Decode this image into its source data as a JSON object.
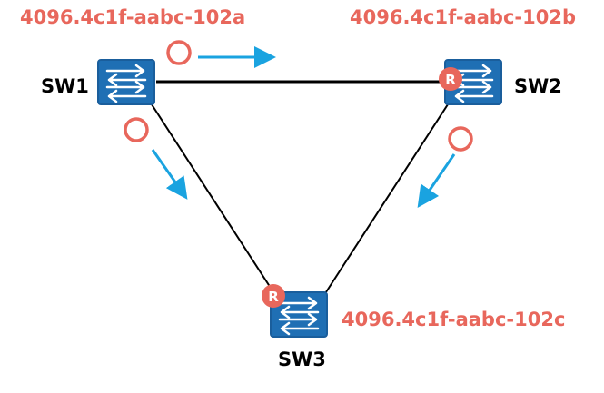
{
  "colors": {
    "bridge_id_text": "#e8675c",
    "switch_fill": "#1f6fb4",
    "switch_stroke": "#1a5e9c",
    "root_badge": "#e8675c",
    "port_marker": "#e8675c",
    "arrow": "#1aa3e0",
    "link": "#000000"
  },
  "icons": {
    "switch": "switch-icon",
    "root_badge": "root-bridge-badge-icon",
    "port_marker": "port-circle-icon",
    "arrow": "arrow-icon"
  },
  "switches": {
    "sw1": {
      "name": "SW1",
      "bridge_id": "4096.4c1f-aabc-102a"
    },
    "sw2": {
      "name": "SW2",
      "bridge_id": "4096.4c1f-aabc-102b",
      "badge": "R"
    },
    "sw3": {
      "name": "SW3",
      "bridge_id": "4096.4c1f-aabc-102c",
      "badge": "R"
    }
  }
}
